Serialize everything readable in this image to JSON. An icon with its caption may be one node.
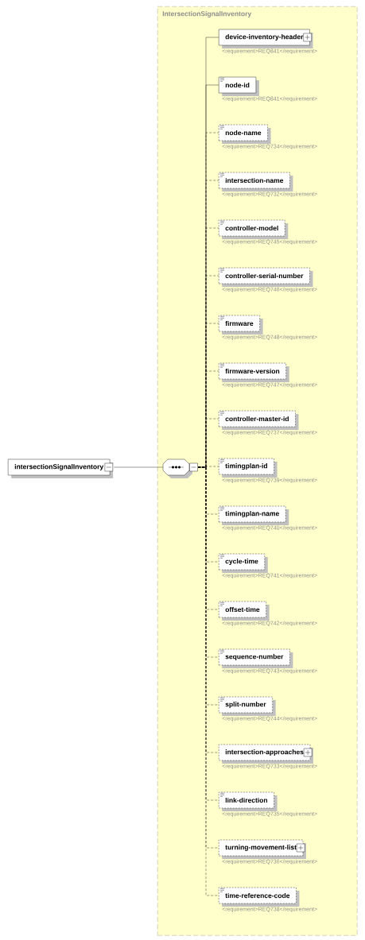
{
  "diagram": {
    "nodes": [
      {
        "text": [
          "intersectionSignalInventory"
        ]
      },
      {
        "text": [
          "IntersectionSignalInventory"
        ]
      },
      {
        "text": [],
        "shape": "octagon",
        "in": 1
      },
      {
        "text": [
          "device-inventory-header"
        ],
        "beside": [
          "<requirement>REQ841</requirement>"
        ],
        "in": 1
      },
      {
        "text": [
          "node-id"
        ],
        "beside": [
          "<requirement>REQ841</requirement>"
        ],
        "in": 1
      },
      {
        "text": [
          "node-name"
        ],
        "beside": [
          "<requirement>REQ734</requirement>"
        ],
        "in": 1
      },
      {
        "text": [
          "intersection-name"
        ],
        "beside": [
          "<requirement>REQ732</requirement>"
        ],
        "in": 1
      },
      {
        "text": [
          "controller-model"
        ],
        "beside": [
          "<requirement>REQ745</requirement>"
        ],
        "in": 1
      },
      {
        "text": [
          "controller-serial-number"
        ],
        "beside": [
          "<requirement>REQ746</requirement>"
        ],
        "in": 1
      },
      {
        "text": [
          "firmware"
        ],
        "beside": [
          "<requirement>REQ748</requirement>"
        ],
        "in": 1
      },
      {
        "text": [
          "firmware-version"
        ],
        "beside": [
          "<requirement>REQ747</requirement>"
        ],
        "in": 1
      },
      {
        "text": [
          "controller-master-id"
        ],
        "beside": [
          "<requirement>REQ737</requirement>"
        ],
        "in": 1
      },
      {
        "text": [
          "timingplan-id"
        ],
        "beside": [
          "<requirement>REQ739</requirement>"
        ],
        "in": 1
      },
      {
        "text": [
          "timingplan-name"
        ],
        "beside": [
          "<requirement>REQ740</requirement>"
        ],
        "in": 1
      },
      {
        "text": [
          "cycle-time"
        ],
        "beside": [
          "<requirement>REQ741</requirement>"
        ],
        "in": 1
      },
      {
        "text": [
          "offset-time"
        ],
        "beside": [
          "<requirement>REQ742</requirement>"
        ],
        "in": 1
      },
      {
        "text": [
          "sequence-number"
        ],
        "beside": [
          "<requirement>REQ743</requirement>"
        ],
        "in": 1
      },
      {
        "text": [
          "split-number"
        ],
        "beside": [
          "<requirement>REQ744</requirement>"
        ],
        "in": 1
      },
      {
        "text": [
          "intersection-approaches"
        ],
        "beside": [
          "<requirement>REQ733</requirement>"
        ],
        "in": 1
      },
      {
        "text": [
          "link-direction"
        ],
        "beside": [
          "<requirement>REQ735</requirement>"
        ],
        "in": 1
      },
      {
        "text": [
          "turning-movement-list"
        ],
        "beside": [
          "<requirement>REQ736</requirement>"
        ],
        "in": 1
      },
      {
        "text": [
          "time-reference-code"
        ],
        "beside": [
          "<requirement>REQ738</requirement>"
        ],
        "in": 1
      }
    ],
    "edges": [
      {
        "from": 0,
        "to": 2,
        "arrow": "none"
      },
      {
        "from": 2,
        "to": 3,
        "arrow": "none"
      },
      {
        "from": 2,
        "to": 4,
        "arrow": "none"
      },
      {
        "from": 2,
        "to": 5,
        "arrow": "none",
        "style": "dashed"
      },
      {
        "from": 2,
        "to": 6,
        "arrow": "none",
        "style": "dashed"
      },
      {
        "from": 2,
        "to": 7,
        "arrow": "none",
        "style": "dashed"
      },
      {
        "from": 2,
        "to": 8,
        "arrow": "none",
        "style": "dashed"
      },
      {
        "from": 2,
        "to": 9,
        "arrow": "none",
        "style": "dashed"
      },
      {
        "from": 2,
        "to": 10,
        "arrow": "none",
        "style": "dashed"
      },
      {
        "from": 2,
        "to": 11,
        "arrow": "none",
        "style": "dashed"
      },
      {
        "from": 2,
        "to": 12,
        "arrow": "none",
        "style": "dashed"
      },
      {
        "from": 2,
        "to": 13,
        "arrow": "none",
        "style": "dashed"
      },
      {
        "from": 2,
        "to": 14,
        "arrow": "none",
        "style": "dashed"
      },
      {
        "from": 2,
        "to": 15,
        "arrow": "none",
        "style": "dashed"
      },
      {
        "from": 2,
        "to": 16,
        "arrow": "none",
        "style": "dashed"
      },
      {
        "from": 2,
        "to": 17,
        "arrow": "none",
        "style": "dashed"
      },
      {
        "from": 2,
        "to": 18,
        "arrow": "none",
        "style": "dashed"
      },
      {
        "from": 2,
        "to": 19,
        "arrow": "none",
        "style": "dashed"
      },
      {
        "from": 2,
        "to": 20,
        "arrow": "none",
        "style": "dashed"
      },
      {
        "from": 2,
        "to": 21,
        "arrow": "none",
        "style": "dashed"
      }
    ]
  }
}
